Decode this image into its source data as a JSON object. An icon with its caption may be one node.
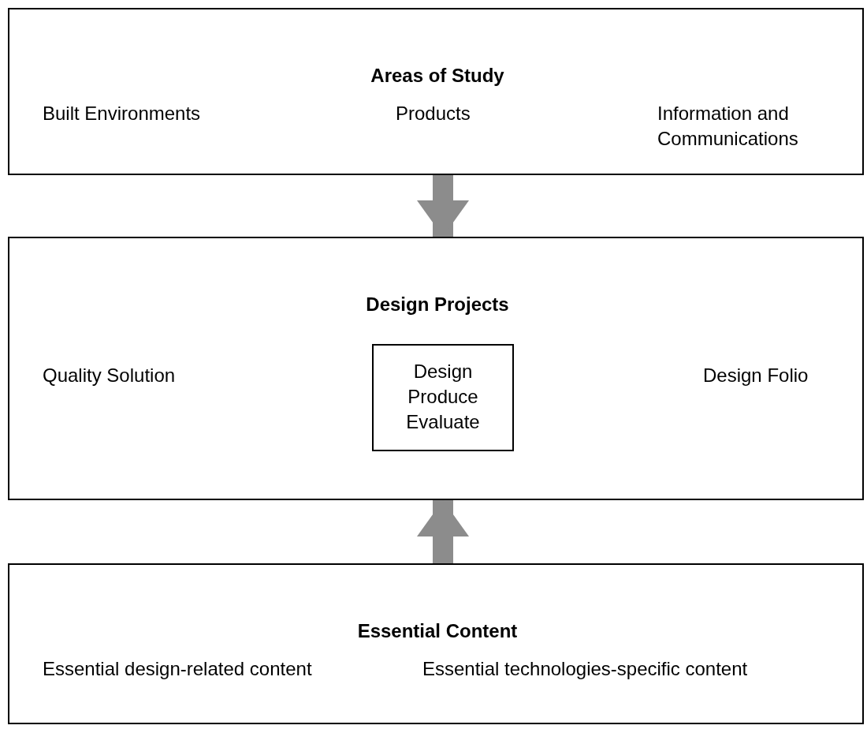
{
  "diagram": {
    "nodes": [
      {
        "text": [
          "Areas of Study",
          "Built Environments",
          "Products",
          "Information and Communications"
        ]
      },
      {
        "text": [
          "Design Projects",
          "Quality Solution",
          "Design Folio"
        ]
      },
      {
        "text": [
          "Design Produce Evaluate"
        ],
        "in": 1
      },
      {
        "text": [
          "Essential Content",
          "Essential design-related content",
          "Essential technologies-specific content"
        ]
      }
    ],
    "edges": [
      {
        "from": 0,
        "to": 1,
        "arrow": "to"
      },
      {
        "from": 3,
        "to": 1,
        "arrow": "to"
      }
    ]
  }
}
